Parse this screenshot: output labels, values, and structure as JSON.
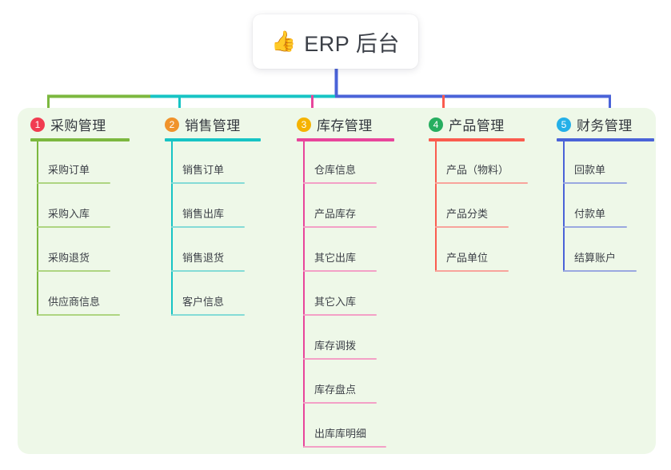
{
  "root": {
    "icon": "thumbs-up",
    "icon_glyph": "👍",
    "title": "ERP 后台"
  },
  "panel": {
    "background_color": "#eef8e8"
  },
  "connectors": {
    "trunk_color": "#4a63d8",
    "bus_segment_colors": [
      "#7cb83f",
      "#17c4c4",
      "#4a63d8"
    ],
    "drop_colors": [
      "#7cb83f",
      "#17c4c4",
      "#e8459b",
      "#fa5c4f",
      "#4a63d8"
    ]
  },
  "branches": [
    {
      "index": 1,
      "badge": "1",
      "badge_color": "#f13c51",
      "title": "采购管理",
      "line_color": "#7cb83f",
      "item_line_color": "#aed581",
      "header_rule_width": 124,
      "items": [
        {
          "label": "采购订单",
          "rule_width": 92
        },
        {
          "label": "采购入库",
          "rule_width": 92
        },
        {
          "label": "采购退货",
          "rule_width": 92
        },
        {
          "label": "供应商信息",
          "rule_width": 104
        }
      ]
    },
    {
      "index": 2,
      "badge": "2",
      "badge_color": "#f0932b",
      "title": "销售管理",
      "line_color": "#17c4c4",
      "item_line_color": "#84dbd6",
      "header_rule_width": 120,
      "items": [
        {
          "label": "销售订单",
          "rule_width": 92
        },
        {
          "label": "销售出库",
          "rule_width": 92
        },
        {
          "label": "销售退货",
          "rule_width": 92
        },
        {
          "label": "客户信息",
          "rule_width": 92
        }
      ]
    },
    {
      "index": 3,
      "badge": "3",
      "badge_color": "#f5b301",
      "title": "库存管理",
      "line_color": "#e8459b",
      "item_line_color": "#f3a0c6",
      "header_rule_width": 122,
      "items": [
        {
          "label": "仓库信息",
          "rule_width": 92
        },
        {
          "label": "产品库存",
          "rule_width": 92
        },
        {
          "label": "其它出库",
          "rule_width": 92
        },
        {
          "label": "其它入库",
          "rule_width": 92
        },
        {
          "label": "库存调拨",
          "rule_width": 92
        },
        {
          "label": "库存盘点",
          "rule_width": 92
        },
        {
          "label": "出库库明细",
          "rule_width": 104
        }
      ]
    },
    {
      "index": 4,
      "badge": "4",
      "badge_color": "#27ae60",
      "title": "产品管理",
      "line_color": "#fa5c4f",
      "item_line_color": "#f8a39b",
      "header_rule_width": 120,
      "items": [
        {
          "label": "产品（物料）",
          "rule_width": 116
        },
        {
          "label": "产品分类",
          "rule_width": 92
        },
        {
          "label": "产品单位",
          "rule_width": 92
        }
      ]
    },
    {
      "index": 5,
      "badge": "5",
      "badge_color": "#24b0e8",
      "title": "财务管理",
      "line_color": "#4a63d8",
      "item_line_color": "#9aa8e0",
      "header_rule_width": 122,
      "items": [
        {
          "label": "回款单",
          "rule_width": 80
        },
        {
          "label": "付款单",
          "rule_width": 80
        },
        {
          "label": "结算账户",
          "rule_width": 92
        }
      ]
    }
  ]
}
